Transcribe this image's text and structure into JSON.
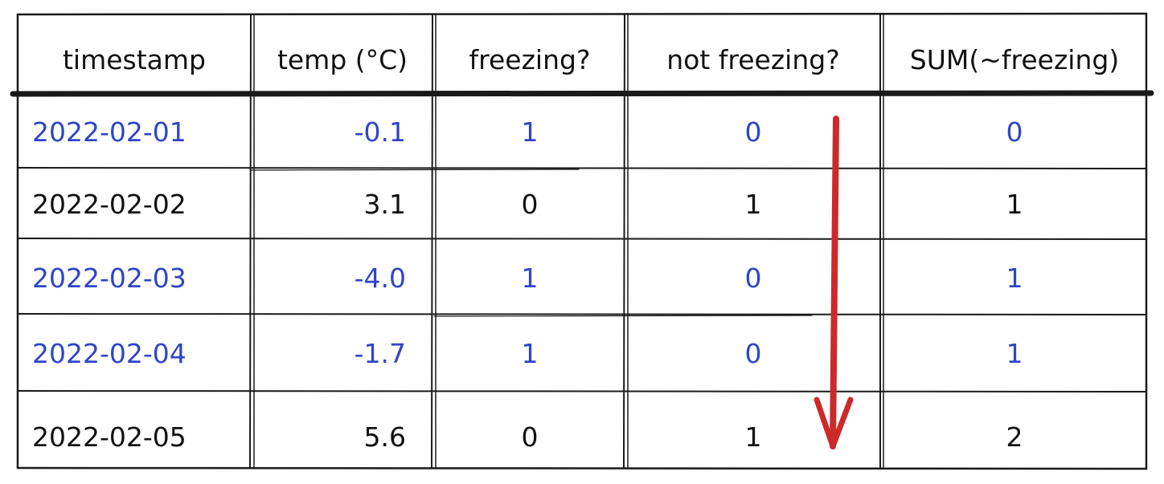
{
  "table": {
    "headers": [
      "timestamp",
      "temp (°C)",
      "freezing?",
      "not freezing?",
      "SUM(~freezing)"
    ],
    "rows": [
      {
        "timestamp": "2022-02-01",
        "temp": "-0.1",
        "freezing": "1",
        "not_freezing": "0",
        "sum": "0",
        "highlight": true
      },
      {
        "timestamp": "2022-02-02",
        "temp": "3.1",
        "freezing": "0",
        "not_freezing": "1",
        "sum": "1",
        "highlight": false
      },
      {
        "timestamp": "2022-02-03",
        "temp": "-4.0",
        "freezing": "1",
        "not_freezing": "0",
        "sum": "1",
        "highlight": true
      },
      {
        "timestamp": "2022-02-04",
        "temp": "-1.7",
        "freezing": "1",
        "not_freezing": "0",
        "sum": "1",
        "highlight": true
      },
      {
        "timestamp": "2022-02-05",
        "temp": "5.6",
        "freezing": "0",
        "not_freezing": "1",
        "sum": "2",
        "highlight": false
      }
    ]
  },
  "colors": {
    "highlight_text": "#2f45c8",
    "normal_text": "#111111",
    "arrow": "#cc2a2a"
  },
  "annotation": {
    "arrow_over_column": "not freezing?",
    "arrow_direction": "down"
  }
}
